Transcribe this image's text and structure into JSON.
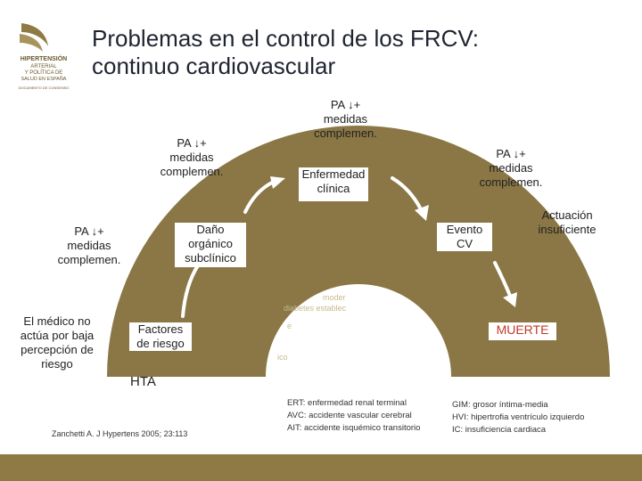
{
  "title_line1": "Problemas en el control de los FRCV:",
  "title_line2": "continuo cardiovascular",
  "logo": {
    "line1": "HIPERTENSIÓN",
    "line2": "ARTERIAL",
    "line3": "Y POLÍTICA DE",
    "line4": "SALUD EN ESPAÑA",
    "line5": "DOCUMENTO DE CONSENSO"
  },
  "labels": {
    "pa_top": "PA ↓+",
    "pa_top_2": "medidas",
    "pa_top_3": "complemen.",
    "pa_mid": "PA ↓+",
    "pa_mid_2": "medidas",
    "pa_mid_3": "complemen.",
    "pa_right": "PA ↓+",
    "pa_right_2": "medidas",
    "pa_right_3": "complemen.",
    "pa_left": "PA ↓+",
    "pa_left_2": "medidas",
    "pa_left_3": "complemen.",
    "enfermedad": "Enfermedad",
    "enfermedad_2": "clínica",
    "dano": "Daño",
    "dano_2": "orgánico",
    "dano_3": "subclínico",
    "evento": "Evento",
    "evento_2": "CV",
    "actuacion": "Actuación",
    "actuacion_2": "insuficiente",
    "factores": "Factores",
    "factores_2": "de riesgo",
    "muerte": "MUERTE",
    "hta": "HTA",
    "medico_1": "El médico no",
    "medico_2": "actúa por baja",
    "medico_3": "percepción de",
    "medico_4": "riesgo",
    "hidden_1": "moder",
    "hidden_2": "diabetes establec",
    "hidden_3": "e",
    "hidden_4": "ico"
  },
  "abbreviations_left": [
    "ERT: enfermedad renal terminal",
    "AVC: accidente vascular cerebral",
    "AIT: accidente isquémico transitorio"
  ],
  "abbreviations_right": [
    "GIM: grosor íntima-media",
    "HVI: hipertrofia ventrículo izquierdo",
    "IC: insuficiencia cardiaca"
  ],
  "reference": "Zanchetti A. J Hypertens 2005; 23:113",
  "colors": {
    "arc": "#8a7745",
    "bar": "#8f7a46",
    "red": "#c0392b"
  }
}
